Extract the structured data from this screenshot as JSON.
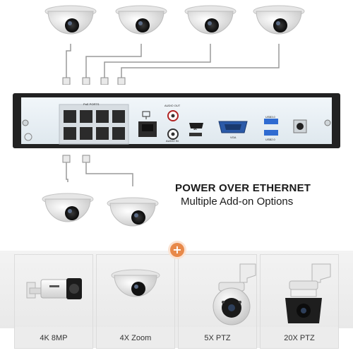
{
  "headline": "POWER OVER ETHERNET",
  "subline": "Multiple Add-on Options",
  "add_symbol": "+",
  "nvr": {
    "poe_label": "PoE PORTS",
    "audio_out_label": "AUDIO OUT",
    "audio_in_label": "AUDIO IN",
    "hdmi_label": "4K",
    "vga_label": "VGA",
    "usb3_label": "USB3.0",
    "usb2_label": "USB2.0"
  },
  "options": [
    {
      "label": "4K 8MP",
      "icon": "bullet-camera-icon"
    },
    {
      "label": "4X Zoom",
      "icon": "dome-camera-icon"
    },
    {
      "label": "5X PTZ",
      "icon": "ptz-camera-icon"
    },
    {
      "label": "20X PTZ",
      "icon": "ptz-camera-dark-icon"
    }
  ],
  "colors": {
    "accent": "#e8894a",
    "nvr_body": "#222222",
    "nvr_front": "#e6eef4"
  }
}
